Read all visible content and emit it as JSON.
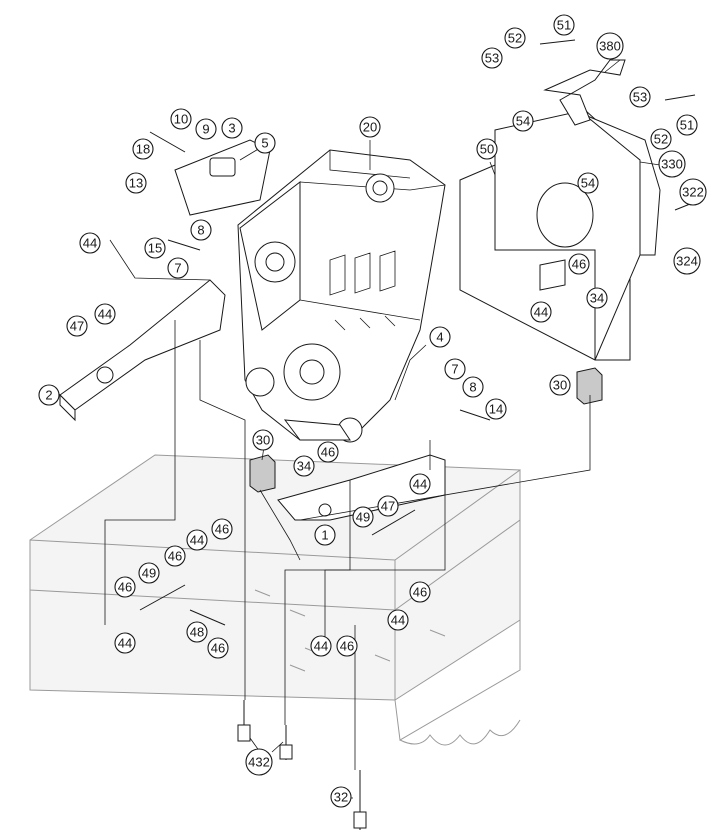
{
  "diagram": {
    "callouts": [
      {
        "id": "c-51a",
        "label": "51"
      },
      {
        "id": "c-52a",
        "label": "52"
      },
      {
        "id": "c-53a",
        "label": "53"
      },
      {
        "id": "c-380",
        "label": "380"
      },
      {
        "id": "c-53b",
        "label": "53"
      },
      {
        "id": "c-51b",
        "label": "51"
      },
      {
        "id": "c-52b",
        "label": "52"
      },
      {
        "id": "c-330",
        "label": "330"
      },
      {
        "id": "c-322",
        "label": "322"
      },
      {
        "id": "c-324",
        "label": "324"
      },
      {
        "id": "c-54a",
        "label": "54"
      },
      {
        "id": "c-54b",
        "label": "54"
      },
      {
        "id": "c-50",
        "label": "50"
      },
      {
        "id": "c-46a",
        "label": "46"
      },
      {
        "id": "c-34a",
        "label": "34"
      },
      {
        "id": "c-44a",
        "label": "44"
      },
      {
        "id": "c-10",
        "label": "10"
      },
      {
        "id": "c-9",
        "label": "9"
      },
      {
        "id": "c-3",
        "label": "3"
      },
      {
        "id": "c-5",
        "label": "5"
      },
      {
        "id": "c-18",
        "label": "18"
      },
      {
        "id": "c-20",
        "label": "20"
      },
      {
        "id": "c-13",
        "label": "13"
      },
      {
        "id": "c-8a",
        "label": "8"
      },
      {
        "id": "c-44b",
        "label": "44"
      },
      {
        "id": "c-15",
        "label": "15"
      },
      {
        "id": "c-7a",
        "label": "7"
      },
      {
        "id": "c-47a",
        "label": "47"
      },
      {
        "id": "c-44c",
        "label": "44"
      },
      {
        "id": "c-2",
        "label": "2"
      },
      {
        "id": "c-4",
        "label": "4"
      },
      {
        "id": "c-7b",
        "label": "7"
      },
      {
        "id": "c-8b",
        "label": "8"
      },
      {
        "id": "c-14",
        "label": "14"
      },
      {
        "id": "c-30a",
        "label": "30"
      },
      {
        "id": "c-30b",
        "label": "30"
      },
      {
        "id": "c-46b",
        "label": "46"
      },
      {
        "id": "c-34b",
        "label": "34"
      },
      {
        "id": "c-44d",
        "label": "44"
      },
      {
        "id": "c-47b",
        "label": "47"
      },
      {
        "id": "c-49a",
        "label": "49"
      },
      {
        "id": "c-1",
        "label": "1"
      },
      {
        "id": "c-44e",
        "label": "44"
      },
      {
        "id": "c-46c",
        "label": "46"
      },
      {
        "id": "c-46d",
        "label": "46"
      },
      {
        "id": "c-49b",
        "label": "49"
      },
      {
        "id": "c-46e",
        "label": "46"
      },
      {
        "id": "c-44f",
        "label": "44"
      },
      {
        "id": "c-48",
        "label": "48"
      },
      {
        "id": "c-46f",
        "label": "46"
      },
      {
        "id": "c-46g",
        "label": "46"
      },
      {
        "id": "c-44g",
        "label": "44"
      },
      {
        "id": "c-44h",
        "label": "44"
      },
      {
        "id": "c-46h",
        "label": "46"
      },
      {
        "id": "c-432",
        "label": "432"
      },
      {
        "id": "c-32",
        "label": "32"
      }
    ]
  }
}
